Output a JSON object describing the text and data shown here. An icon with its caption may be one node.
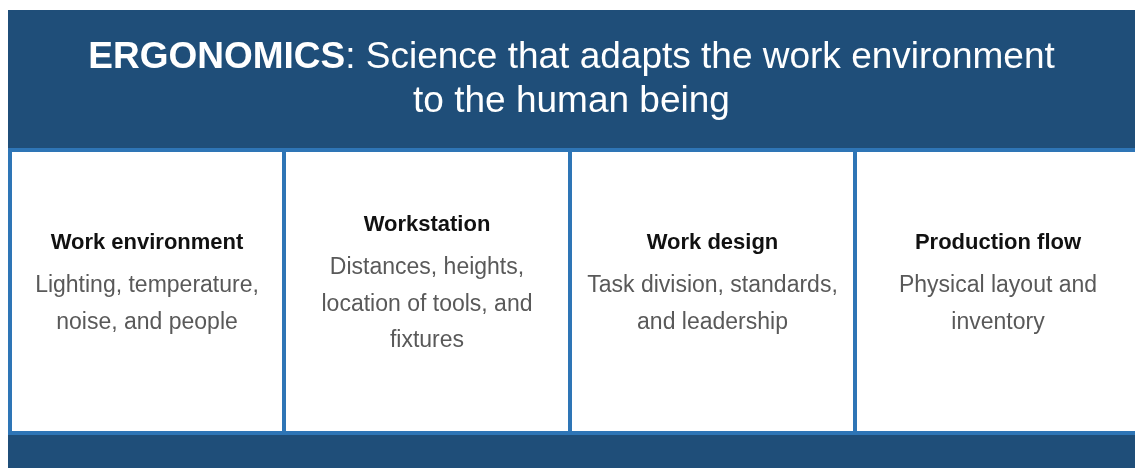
{
  "diagram": {
    "nodes": [
      {
        "text": [
          "**ERGONOMICS**: Science that adapts the work environment to the human being"
        ]
      },
      {
        "text": [
          "Work environment",
          "Lighting, temperature, noise, and people"
        ],
        "in": 0
      },
      {
        "text": [
          "Workstation",
          "Distances, heights, location of tools, and fixtures"
        ],
        "in": 0
      },
      {
        "text": [
          "Work design",
          "Task division, standards, and leadership"
        ],
        "in": 0
      },
      {
        "text": [
          "Production flow",
          "Physical layout and inventory"
        ],
        "in": 0
      }
    ]
  }
}
